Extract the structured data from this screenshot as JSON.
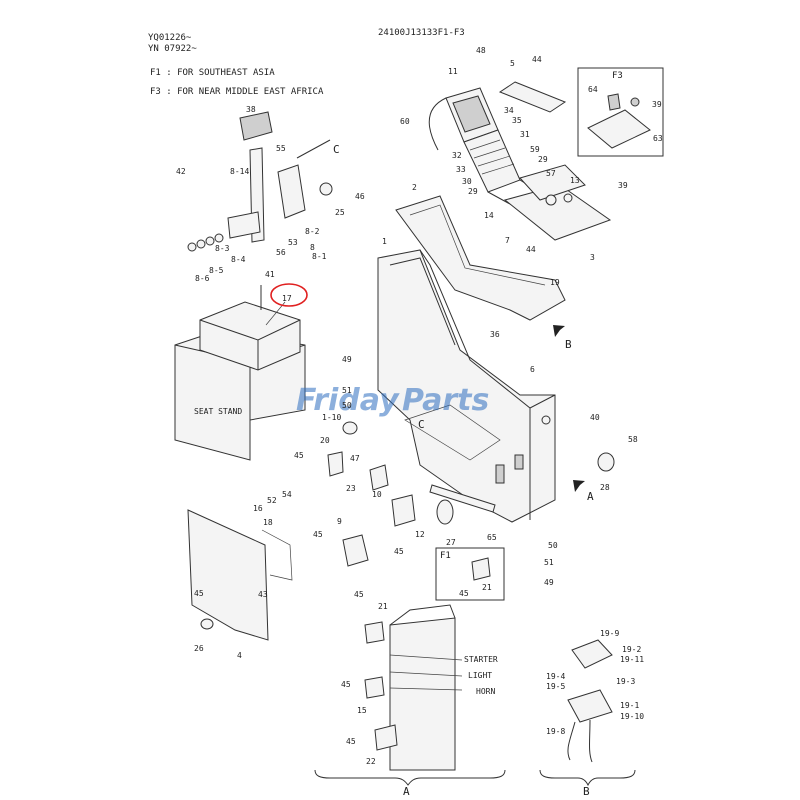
{
  "header": {
    "code_left_1": "YQ01226~",
    "code_left_2": "YN 07922~",
    "drawing_number": "24100J13133F1-F3"
  },
  "notes": {
    "f1": "F1 : FOR SOUTHEAST ASIA",
    "f3": "F3 : FOR NEAR MIDDLE EAST AFRICA"
  },
  "watermark": {
    "text_a": "Friday",
    "text_b": "Parts"
  },
  "labels": {
    "seat_stand": "SEAT STAND",
    "starter": "STARTER",
    "light": "LIGHT",
    "horn": "HORN",
    "view_a": "A",
    "view_b": "B",
    "arrow_a": "A",
    "arrow_b": "B",
    "arrow_c_top": "C",
    "arrow_c_mid": "C",
    "inset_f1": "F1",
    "inset_f3": "F3"
  },
  "highlight": {
    "part": "17",
    "color": "#e02020"
  },
  "parts": [
    {
      "id": "p48",
      "n": "48"
    },
    {
      "id": "p5",
      "n": "5"
    },
    {
      "id": "p44a",
      "n": "44"
    },
    {
      "id": "p11",
      "n": "11"
    },
    {
      "id": "p60",
      "n": "60"
    },
    {
      "id": "p34",
      "n": "34"
    },
    {
      "id": "p35",
      "n": "35"
    },
    {
      "id": "p31",
      "n": "31"
    },
    {
      "id": "p32",
      "n": "32"
    },
    {
      "id": "p59",
      "n": "59"
    },
    {
      "id": "p29a",
      "n": "29"
    },
    {
      "id": "p33",
      "n": "33"
    },
    {
      "id": "p30",
      "n": "30"
    },
    {
      "id": "p29b",
      "n": "29"
    },
    {
      "id": "p57",
      "n": "57"
    },
    {
      "id": "p13",
      "n": "13"
    },
    {
      "id": "p14",
      "n": "14"
    },
    {
      "id": "p39a",
      "n": "39"
    },
    {
      "id": "p2",
      "n": "2"
    },
    {
      "id": "p7",
      "n": "7"
    },
    {
      "id": "p44b",
      "n": "44"
    },
    {
      "id": "p3",
      "n": "3"
    },
    {
      "id": "p19",
      "n": "19"
    },
    {
      "id": "p1",
      "n": "1"
    },
    {
      "id": "p64",
      "n": "64"
    },
    {
      "id": "p39b",
      "n": "39"
    },
    {
      "id": "p63",
      "n": "63"
    },
    {
      "id": "p38",
      "n": "38"
    },
    {
      "id": "p55",
      "n": "55"
    },
    {
      "id": "p42",
      "n": "42"
    },
    {
      "id": "p8_14",
      "n": "8-14"
    },
    {
      "id": "p46",
      "n": "46"
    },
    {
      "id": "p25",
      "n": "25"
    },
    {
      "id": "p8_2",
      "n": "8-2"
    },
    {
      "id": "p53",
      "n": "53"
    },
    {
      "id": "p56",
      "n": "56"
    },
    {
      "id": "p8_1",
      "n": "8"
    },
    {
      "id": "p8_1b",
      "n": "8-1"
    },
    {
      "id": "p8_3",
      "n": "8-3"
    },
    {
      "id": "p8_4",
      "n": "8-4"
    },
    {
      "id": "p8_5",
      "n": "8-5"
    },
    {
      "id": "p8_6",
      "n": "8-6"
    },
    {
      "id": "p41",
      "n": "41"
    },
    {
      "id": "p17",
      "n": "17"
    },
    {
      "id": "p36",
      "n": "36"
    },
    {
      "id": "p6",
      "n": "6"
    },
    {
      "id": "p49a",
      "n": "49"
    },
    {
      "id": "p51a",
      "n": "51"
    },
    {
      "id": "p50a",
      "n": "50"
    },
    {
      "id": "p1_10",
      "n": "1-10"
    },
    {
      "id": "p40",
      "n": "40"
    },
    {
      "id": "p58",
      "n": "58"
    },
    {
      "id": "p28",
      "n": "28"
    },
    {
      "id": "p20",
      "n": "20"
    },
    {
      "id": "p47",
      "n": "47"
    },
    {
      "id": "p45a",
      "n": "45"
    },
    {
      "id": "p23",
      "n": "23"
    },
    {
      "id": "p52",
      "n": "52"
    },
    {
      "id": "p54",
      "n": "54"
    },
    {
      "id": "p16",
      "n": "16"
    },
    {
      "id": "p18",
      "n": "18"
    },
    {
      "id": "p45b",
      "n": "45"
    },
    {
      "id": "p43",
      "n": "43"
    },
    {
      "id": "p9",
      "n": "9"
    },
    {
      "id": "p45c",
      "n": "45"
    },
    {
      "id": "p10",
      "n": "10"
    },
    {
      "id": "p45d",
      "n": "45"
    },
    {
      "id": "p12",
      "n": "12"
    },
    {
      "id": "p27",
      "n": "27"
    },
    {
      "id": "p65",
      "n": "65"
    },
    {
      "id": "p50b",
      "n": "50"
    },
    {
      "id": "p51b",
      "n": "51"
    },
    {
      "id": "p49b",
      "n": "49"
    },
    {
      "id": "p45e",
      "n": "45"
    },
    {
      "id": "p21a",
      "n": "21"
    },
    {
      "id": "p26",
      "n": "26"
    },
    {
      "id": "p4",
      "n": "4"
    },
    {
      "id": "p45f",
      "n": "45"
    },
    {
      "id": "p21b",
      "n": "21"
    },
    {
      "id": "p45g",
      "n": "45"
    },
    {
      "id": "p15",
      "n": "15"
    },
    {
      "id": "p45h",
      "n": "45"
    },
    {
      "id": "p22",
      "n": "22"
    },
    {
      "id": "p19_9",
      "n": "19-9"
    },
    {
      "id": "p19_2",
      "n": "19-2"
    },
    {
      "id": "p19_11",
      "n": "19-11"
    },
    {
      "id": "p19_4",
      "n": "19-4"
    },
    {
      "id": "p19_5",
      "n": "19-5"
    },
    {
      "id": "p19_3",
      "n": "19-3"
    },
    {
      "id": "p19_1",
      "n": "19-1"
    },
    {
      "id": "p19_10",
      "n": "19-10"
    },
    {
      "id": "p19_8",
      "n": "19-8"
    }
  ]
}
